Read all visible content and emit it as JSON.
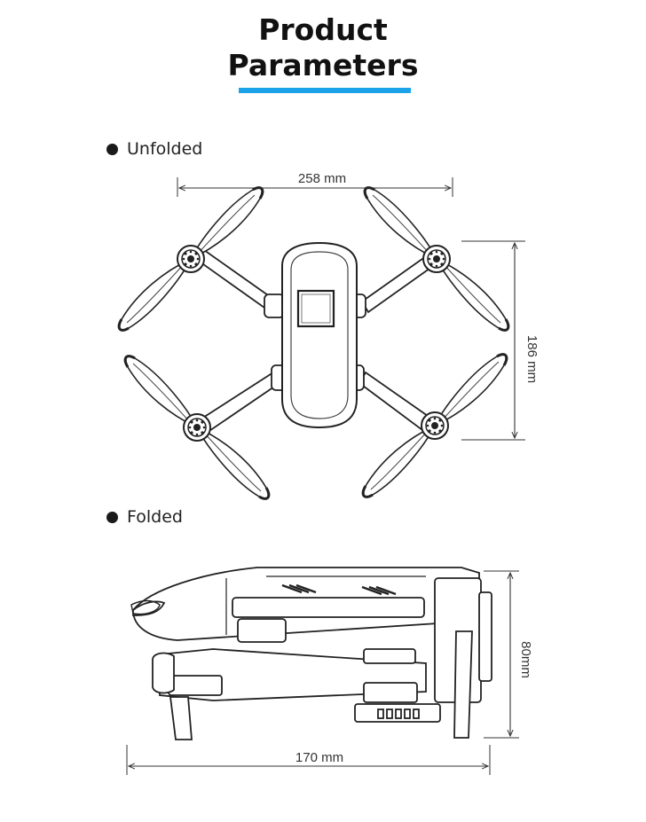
{
  "header": {
    "title_line1": "Product",
    "title_line2": "Parameters",
    "accent_color": "#1aa3e8"
  },
  "sections": {
    "unfolded_label": "Unfolded",
    "folded_label": "Folded"
  },
  "dimensions": {
    "unfolded_width": "258 mm",
    "unfolded_length": "186 mm",
    "folded_height": "80mm",
    "folded_length": "170 mm"
  }
}
